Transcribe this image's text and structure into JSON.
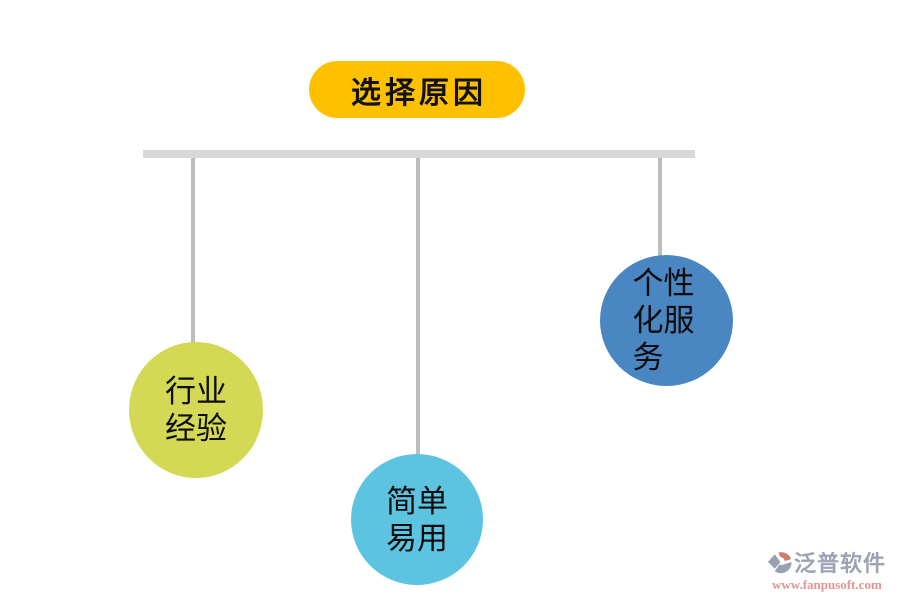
{
  "page": {
    "background_color": "#ffffff"
  },
  "diagram": {
    "title": {
      "label": "选择原因",
      "bg_color": "#ffc000",
      "text_color": "#111111"
    },
    "connectors": {
      "horizontal_bar_color": "#d8d8d8",
      "vertical_line_color": "#bdbdbd"
    },
    "nodes": [
      {
        "id": "industry-experience",
        "label": "行业经验",
        "color": "#d3d855",
        "text_color": "#0d0d0d"
      },
      {
        "id": "simple-easy-to-use",
        "label": "简单易用",
        "color": "#5cc3e0",
        "text_color": "#0d0d0d"
      },
      {
        "id": "personalized-service",
        "label": "个性化服务",
        "color": "#4a86c1",
        "text_color": "#0d0d0d"
      }
    ]
  },
  "watermark": {
    "brand": "泛普软件",
    "url": "www.fanpusoft.com",
    "brand_color": "#9da3b2",
    "url_color": "#e39490",
    "logo_icon": "fanpu-pinwheel-icon",
    "logo_colors": {
      "gray": "#98a0b2",
      "salmon": "#c97d6f"
    }
  }
}
